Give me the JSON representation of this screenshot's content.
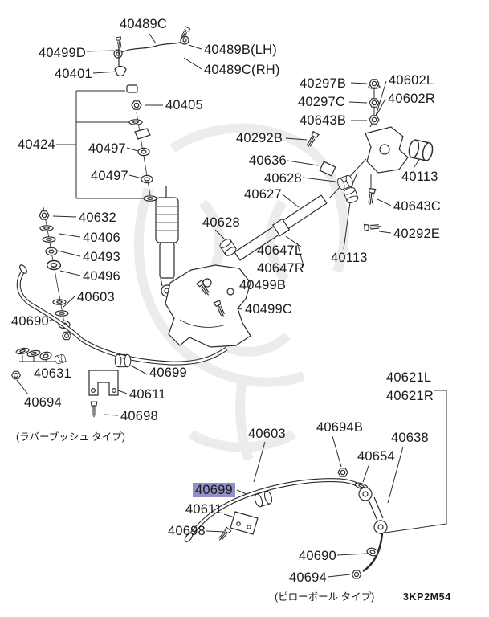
{
  "diagram": {
    "drawing_code": "3KP2M54",
    "highlighted_part": "40699",
    "highlight_color": "#8f90c9",
    "notes": {
      "rubber_bush_type": "(ラバーブッシュ タイプ)",
      "pillow_ball_type": "(ピローボール タイプ)"
    },
    "labels": [
      "40489C",
      "40499D",
      "40489B(LH)",
      "40401",
      "40489C(RH)",
      "40297B",
      "40602L",
      "40405",
      "40297C",
      "40602R",
      "40643B",
      "40424",
      "40497",
      "40292B",
      "40636",
      "40497",
      "40628",
      "40113",
      "40627",
      "40632",
      "40628",
      "40643C",
      "40406",
      "40292E",
      "40493",
      "40647L",
      "40113",
      "40496",
      "40647R",
      "40603",
      "40499B",
      "40690",
      "40499C",
      "40631",
      "40699",
      "40611",
      "40694",
      "40698",
      "40621L",
      "40621R",
      "40603",
      "40694B",
      "40638",
      "40654",
      "40611",
      "40698",
      "40690",
      "40694"
    ]
  }
}
